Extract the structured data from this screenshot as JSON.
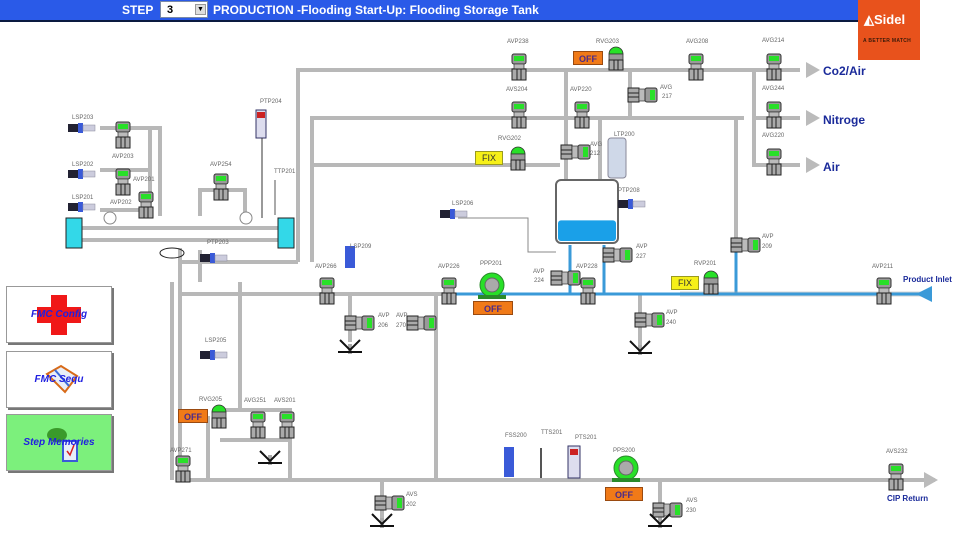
{
  "header": {
    "step_label": "STEP",
    "step_value": "3",
    "step_title": "PRODUCTION -Flooding Start-Up: Flooding Storage Tank"
  },
  "logo": {
    "brand": "Sidel",
    "tagline": "A BETTER MATCH",
    "color": "#e8521c"
  },
  "side_buttons": [
    {
      "label": "FMC Config",
      "icon": "red-cross-icon"
    },
    {
      "label": "FMC Sequ",
      "icon": "book-icon"
    },
    {
      "label": "Step Memories",
      "icon": "clipboard-icon"
    }
  ],
  "line_labels": {
    "co2_air": "Co2/Air",
    "nitrogen": "Nitroge",
    "air": "Air",
    "product_inlet": "Product Inlet",
    "cip_return": "CIP Return"
  },
  "status_buttons": {
    "off": "OFF",
    "fix": "FIX"
  },
  "tags": {
    "avp238": "AVP238",
    "rvg203": "RVG203",
    "avg208": "AVG208",
    "avg214": "AVG214",
    "avs204": "AVS204",
    "avp220": "AVP220",
    "avg217_a": "AVG",
    "avg217_b": "217",
    "avg244": "AVG244",
    "avg220": "AVG220",
    "rvg202": "RVG202",
    "avg212_a": "AVG",
    "avg212_b": "212",
    "ltp200": "LTP200",
    "ptp208": "PTP208",
    "lsp206": "LSP206",
    "lsp203": "LSP203",
    "lsp202": "LSP202",
    "lsp201": "LSP201",
    "avp203": "AVP203",
    "avp201": "AVP201",
    "avp202": "AVP202",
    "avp254": "AVP254",
    "ptp204": "PTP204",
    "ttp201": "TTP201",
    "ptp203": "PTP203",
    "lsp209": "LSP209",
    "avp266": "AVP266",
    "avp226": "AVP226",
    "ppp201": "PPP201",
    "avp224_a": "AVP",
    "avp224_b": "224",
    "avp228": "AVP228",
    "avp227_a": "AVP",
    "avp227_b": "227",
    "avp209_a": "AVP",
    "avp209_b": "209",
    "rvp201": "RVP201",
    "avp211": "AVP211",
    "avp206_a": "AVP",
    "avp206_b": "206",
    "avp270_a": "AVP",
    "avp270_b": "270",
    "avp240_a": "AVP",
    "avp240_b": "240",
    "lsp205": "LSP205",
    "rvg205": "RVG205",
    "avg251": "AVG251",
    "avs201": "AVS201",
    "avp271": "AVP271",
    "fss200": "FSS200",
    "tts201": "TTS201",
    "pts201": "PTS201",
    "pps200": "PPS200",
    "avs202_a": "AVS",
    "avs202_b": "202",
    "avs230_a": "AVS",
    "avs230_b": "230",
    "avs232": "AVS232"
  },
  "colors": {
    "header_bg": "#2a5ae8",
    "valve_open": "#28e028",
    "pipe": "#c8c8c8",
    "product_pipe": "#3a9ad8",
    "tank_liquid": "#1aa0e8",
    "off_button": "#f07a18",
    "fix_button": "#f6f018"
  },
  "tank": {
    "level_percent": 35
  }
}
